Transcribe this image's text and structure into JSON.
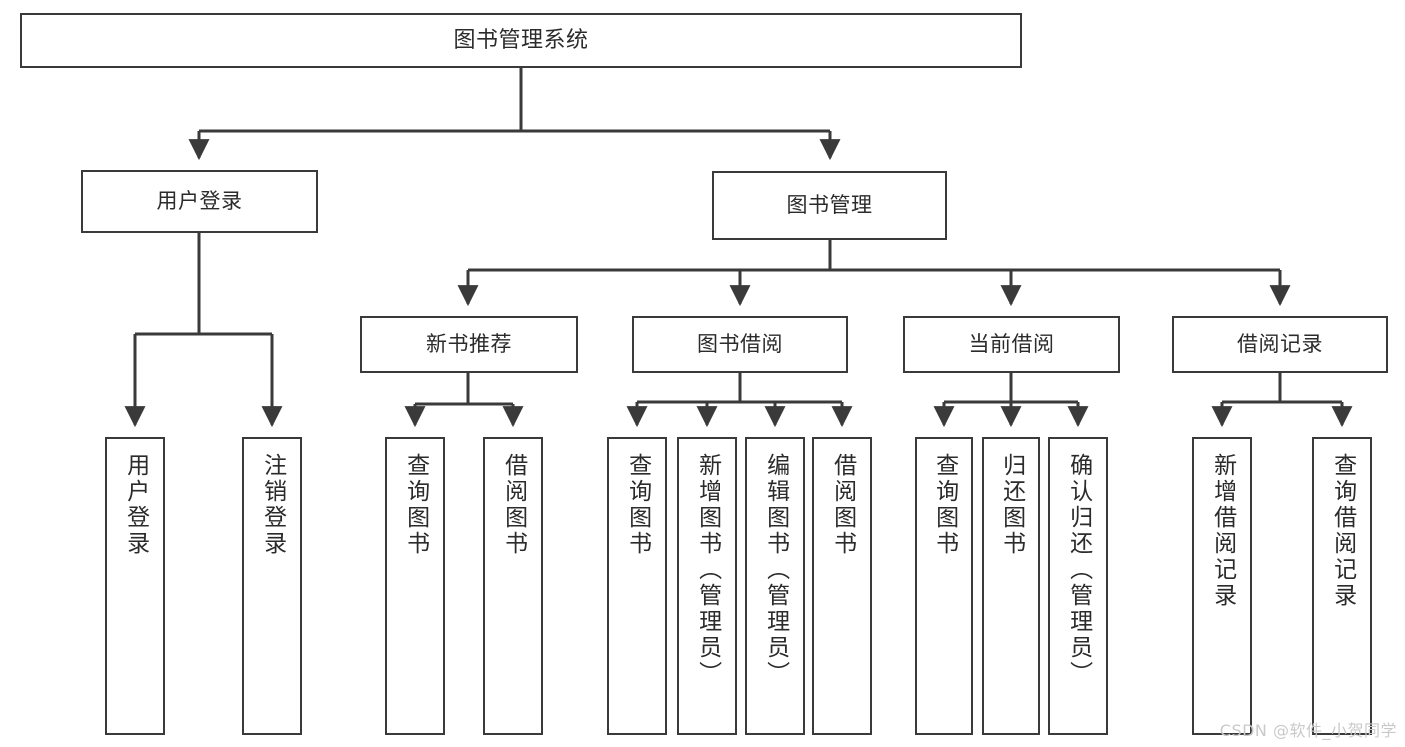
{
  "diagram": {
    "title": "图书管理系统",
    "watermark": "CSDN @软件_小贺同学",
    "line_color": "#3a3a3a",
    "box_fill": "#ffffff",
    "text_color": "#2b2b2b",
    "watermark_color": "#c9c9c9",
    "root": {
      "label": "图书管理系统"
    },
    "level1": [
      {
        "label": "用户登录"
      },
      {
        "label": "图书管理"
      }
    ],
    "level2": [
      {
        "label": "新书推荐"
      },
      {
        "label": "图书借阅"
      },
      {
        "label": "当前借阅"
      },
      {
        "label": "借阅记录"
      }
    ],
    "leaves": {
      "user_login": [
        {
          "label": "用户登录"
        },
        {
          "label": "注销登录"
        }
      ],
      "new_book": [
        {
          "label": "查询图书"
        },
        {
          "label": "借阅图书"
        }
      ],
      "book_borrow": [
        {
          "label": "查询图书"
        },
        {
          "label": "新增图书（管理员）"
        },
        {
          "label": "编辑图书（管理员）"
        },
        {
          "label": "借阅图书"
        }
      ],
      "current_borrow": [
        {
          "label": "查询图书"
        },
        {
          "label": "归还图书"
        },
        {
          "label": "确认归还（管理员）"
        }
      ],
      "borrow_record": [
        {
          "label": "新增借阅记录"
        },
        {
          "label": "查询借阅记录"
        }
      ]
    }
  }
}
